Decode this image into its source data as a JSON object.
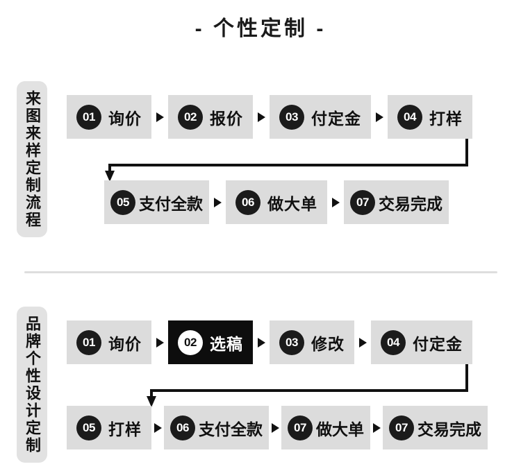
{
  "page": {
    "title": "- 个性定制 -",
    "background_color": "#ffffff"
  },
  "theme": {
    "box_fill": "#dcdcdc",
    "box_fill_inverted": "#0d0d0d",
    "badge_fill": "#1b1b1b",
    "badge_text": "#ffffff",
    "label_color": "#101010",
    "side_label_fill": "#e2e2e2",
    "divider_color": "#dedede",
    "connector_color": "#111111"
  },
  "sections": [
    {
      "side_label": "来图来样定制流程",
      "rows": [
        {
          "steps": [
            {
              "num": "01",
              "label": "询价",
              "inverted": false
            },
            {
              "num": "02",
              "label": "报价",
              "inverted": false
            },
            {
              "num": "03",
              "label": "付定金",
              "inverted": false
            },
            {
              "num": "04",
              "label": "打样",
              "inverted": false
            }
          ]
        },
        {
          "steps": [
            {
              "num": "05",
              "label": "支付全款",
              "inverted": false
            },
            {
              "num": "06",
              "label": "做大单",
              "inverted": false
            },
            {
              "num": "07",
              "label": "交易完成",
              "inverted": false
            }
          ]
        }
      ]
    },
    {
      "side_label": "品牌个性设计定制",
      "rows": [
        {
          "steps": [
            {
              "num": "01",
              "label": "询价",
              "inverted": false
            },
            {
              "num": "02",
              "label": "选稿",
              "inverted": true
            },
            {
              "num": "03",
              "label": "修改",
              "inverted": false
            },
            {
              "num": "04",
              "label": "付定金",
              "inverted": false
            }
          ]
        },
        {
          "steps": [
            {
              "num": "05",
              "label": "打样",
              "inverted": false
            },
            {
              "num": "06",
              "label": "支付全款",
              "inverted": false
            },
            {
              "num": "07",
              "label": "做大单",
              "inverted": false
            },
            {
              "num": "07",
              "label": "交易完成",
              "inverted": false
            }
          ]
        }
      ]
    }
  ],
  "icons": {
    "step_connector": "triangle-right-icon",
    "wrap_connector": "elbow-arrow-down-icon"
  }
}
